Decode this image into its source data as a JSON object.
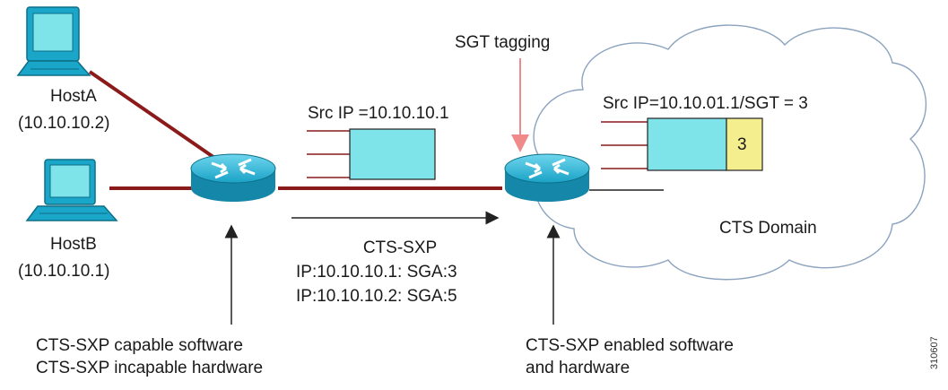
{
  "hosts": [
    {
      "name": "HostA",
      "ip": "(10.10.10.2)",
      "icon": "computer-icon"
    },
    {
      "name": "HostB",
      "ip": "(10.10.10.1)",
      "icon": "computer-icon"
    }
  ],
  "routers": [
    {
      "icon": "router-icon",
      "role": "edge-switch"
    },
    {
      "icon": "router-icon",
      "role": "cts-switch"
    }
  ],
  "packet_plain": {
    "label": "Src IP =10.10.10.1"
  },
  "packet_tagged": {
    "label": "Src IP=10.10.01.1/SGT = 3",
    "tag": "3"
  },
  "sgt_tagging": "SGT tagging",
  "cts_domain": "CTS Domain",
  "sxp": {
    "title": "CTS-SXP",
    "line1": "IP:10.10.10.1: SGA:3",
    "line2": "IP:10.10.10.2: SGA:5"
  },
  "notes": {
    "left_line1": "CTS-SXP capable software",
    "left_line2": "CTS-SXP incapable hardware",
    "right_line1": "CTS-SXP enabled software",
    "right_line2": "and hardware"
  },
  "figure_id": "310607",
  "colors": {
    "link": "#8b1a1a",
    "router": "#1aa6c9",
    "packet": "#7fe3ea",
    "tag": "#f5ee8f",
    "arrow_pink": "#f08a8a",
    "arrow": "#222222"
  }
}
